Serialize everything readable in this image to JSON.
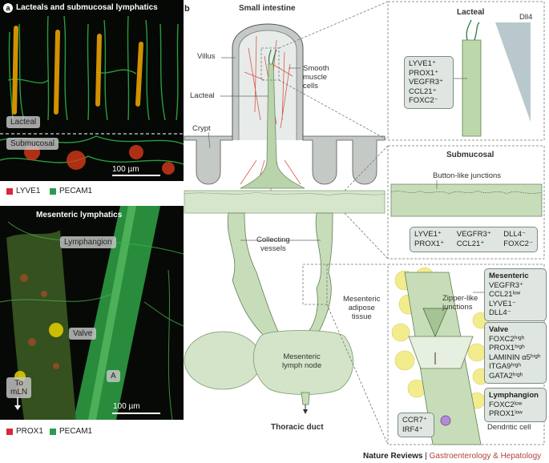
{
  "panel_a": {
    "letter": "a",
    "title_top": "Lacteals and submucosal lymphatics",
    "lacteal_tag": "Lacteal",
    "submucosal_tag": "Submucosal",
    "scale_top": "100 µm",
    "legend_top": [
      {
        "label": "LYVE1",
        "color": "#d9263b"
      },
      {
        "label": "PECAM1",
        "color": "#2a9b54"
      }
    ],
    "title_bottom": "Mesenteric lymphatics",
    "lymphangion_tag": "Lymphangion",
    "valve_tag": "Valve",
    "a_tag": "A",
    "to_mln": "To\nmLN",
    "scale_bottom": "100 µm",
    "legend_bottom": [
      {
        "label": "PROX1",
        "color": "#d9263b"
      },
      {
        "label": "PECAM1",
        "color": "#2a9b54"
      }
    ]
  },
  "panel_b": {
    "letter": "b",
    "small_intestine": "Small intestine",
    "villus": "Villus",
    "lacteal": "Lacteal",
    "crypt": "Crypt",
    "smooth_muscle": "Smooth\nmuscle\ncells",
    "collecting": "Collecting\nvessels",
    "mesenteric_adipose": "Mesenteric\nadipose\ntissue",
    "lymph_node": "Mesenteric\nlymph node",
    "thoracic_duct": "Thoracic duct",
    "zipper": "Zipper-like\njunctions",
    "dendritic": "Dendritic cell",
    "lacteal_box": {
      "title": "Lacteal",
      "dll4": "Dll4",
      "markers": [
        "LYVE1⁺",
        "PROX1⁺",
        "VEGFR3⁺",
        "CCL21⁺",
        "FOXC2⁻"
      ]
    },
    "submucosal_box": {
      "title": "Submucosal",
      "button": "Button-like junctions",
      "markers_left": [
        "LYVE1⁺",
        "PROX1⁺"
      ],
      "markers_mid": [
        "VEGFR3⁺",
        "CCL21⁺"
      ],
      "markers_right": [
        "DLL4⁻",
        "FOXC2⁻"
      ]
    },
    "mesenteric_box": {
      "title": "Mesenteric",
      "markers": [
        "VEGFR3⁺",
        "CCL21ˡᵒʷ",
        "LYVE1⁻",
        "DLL4⁻"
      ]
    },
    "valve_box": {
      "title": "Valve",
      "markers": [
        "FOXC2ʰⁱᵍʰ",
        "PROX1ʰⁱᵍʰ",
        "LAMININ α5ʰⁱᵍʰ",
        "ITGA9ʰⁱᵍʰ",
        "GATA2ʰⁱᵍʰ"
      ]
    },
    "lymphangion_box": {
      "title": "Lymphangion",
      "markers": [
        "FOXC2ˡᵒʷ",
        "PROX1ˡᵒʷ"
      ]
    },
    "ccr7_box": [
      "CCR7⁺",
      "IRF4⁺"
    ]
  },
  "footer": {
    "brand": "Nature Reviews",
    "sep": " | ",
    "journal": "Gastroenterology & Hepatology"
  },
  "colors": {
    "green_tissue": "#cfe0c6",
    "vessel": "#bfd8b2",
    "adipose": "#f3ec8e",
    "journal": "#b0423f"
  }
}
